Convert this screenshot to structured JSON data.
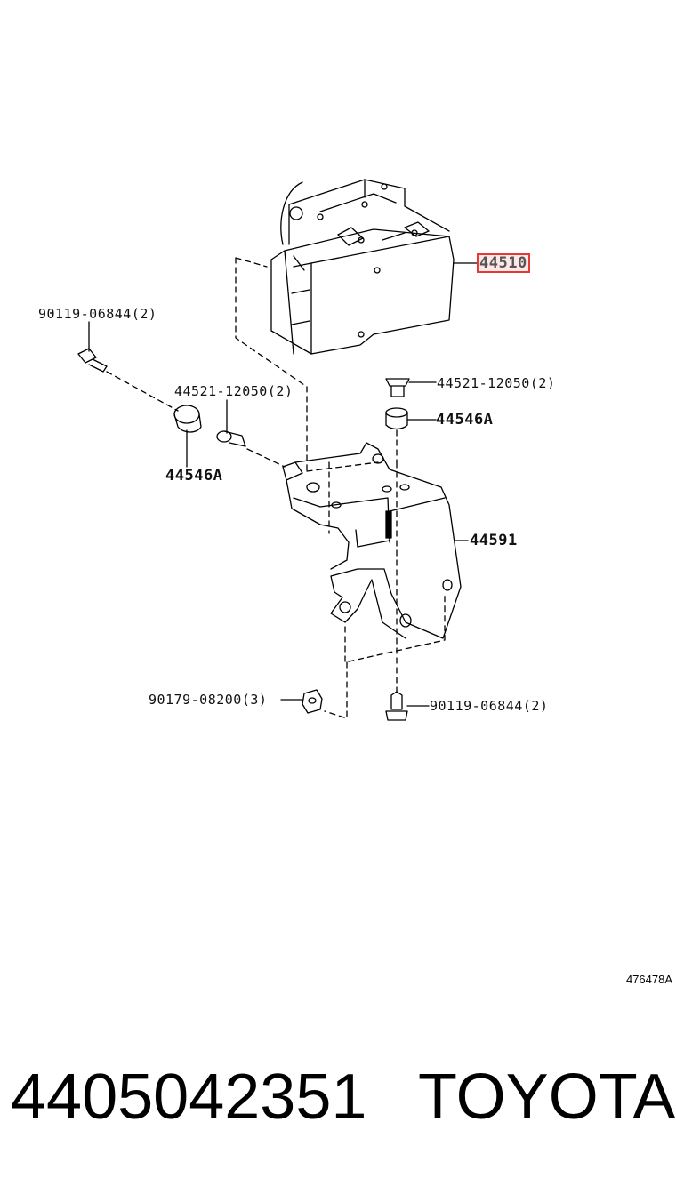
{
  "diagram": {
    "callouts": {
      "abs_actuator": "44510",
      "bolt_top_left": "90119-06844(2)",
      "collar_left": "44521-12050(2)",
      "collar_right": "44521-12050(2)",
      "cushion_left": "44546A",
      "cushion_right": "44546A",
      "bracket": "44591",
      "nut": "90179-08200(3)",
      "bolt_bottom": "90119-06844(2)"
    },
    "highlight_color": "#e53935",
    "reference_code": "476478A"
  },
  "footer": {
    "part_number": "4405042351",
    "brand": "TOYOTA"
  }
}
